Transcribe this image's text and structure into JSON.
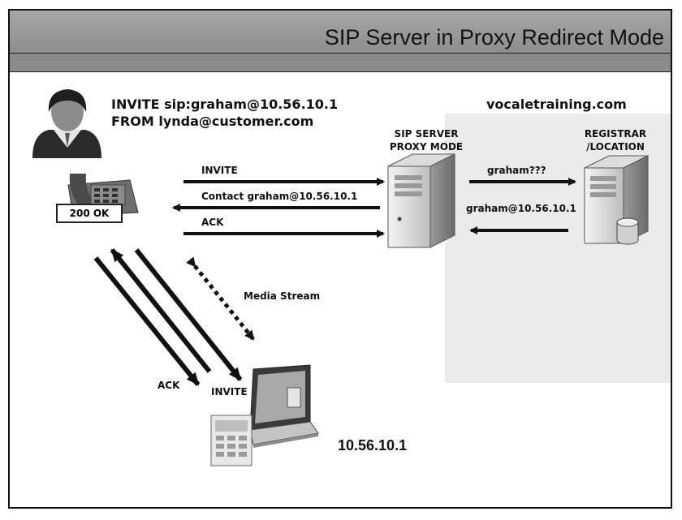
{
  "slide": {
    "title": "SIP Server in Proxy Redirect Mode",
    "domain": "vocaletraining.com",
    "invite_line1": "INVITE sip:graham@10.56.10.1",
    "invite_line2": "FROM lynda@customer.com",
    "ok_label": "200 OK",
    "sip_server_line1": "SIP SERVER",
    "sip_server_line2": "PROXY MODE",
    "registrar_line1": "REGISTRAR",
    "registrar_line2": "/LOCATION",
    "msg_invite": "INVITE",
    "msg_contact": "Contact graham@10.56.10.1",
    "msg_ack": "ACK",
    "msg_query": "graham???",
    "msg_reply": "graham@10.56.10.1",
    "media_stream": "Media Stream",
    "laptop_ack": "ACK",
    "laptop_invite": "INVITE",
    "laptop_ip": "10.56.10.1"
  },
  "icons": [
    "user-icon",
    "desk-phone-icon",
    "sip-server-icon",
    "registrar-server-icon",
    "laptop-softphone-icon"
  ],
  "colors": {
    "title_bar": "#969696",
    "panel": "#ebebeb",
    "ink": "#111111"
  }
}
